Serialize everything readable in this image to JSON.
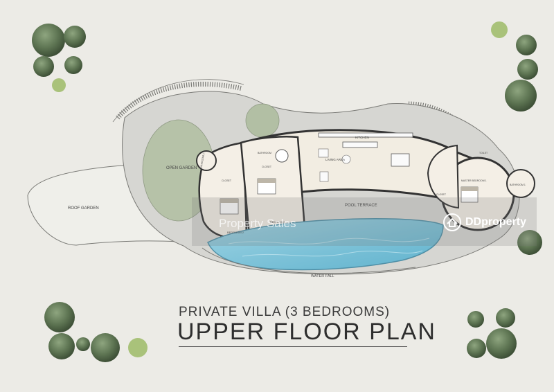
{
  "title": {
    "subtitle": "PRIVATE VILLA (3 BEDROOMS)",
    "main": "UPPER FLOOR PLAN"
  },
  "labels": {
    "roof_garden": "ROOF GARDEN",
    "open_garden": "OPEN GARDEN",
    "kitchen": "KITCHEN",
    "living_area": "LIVING AREA",
    "pool_terrace": "POOL TERRACE",
    "water_fall": "WATER FALL",
    "bedroom_2": "BEDROOM 2",
    "bedroom_3": "BEDROOM",
    "bathroom_2": "BATHROOM 2",
    "bathroom_3": "BATHROOM",
    "bathroom_1": "BATHROOM 1",
    "master_bedroom": "MASTER BEDROOM 1",
    "closet_a": "CLOSET",
    "closet_b": "CLOSET",
    "closet_c": "CLOSET",
    "toilet": "TOILET"
  },
  "watermark": {
    "left": "Property Sales",
    "brand": "DDproperty"
  },
  "colors": {
    "background": "#ecebe6",
    "pool": "#7ec4da",
    "garden": "#b6c2a8",
    "deck": "#d6d6d2",
    "interior": "#f2ede2",
    "tree": "#5d7452"
  }
}
